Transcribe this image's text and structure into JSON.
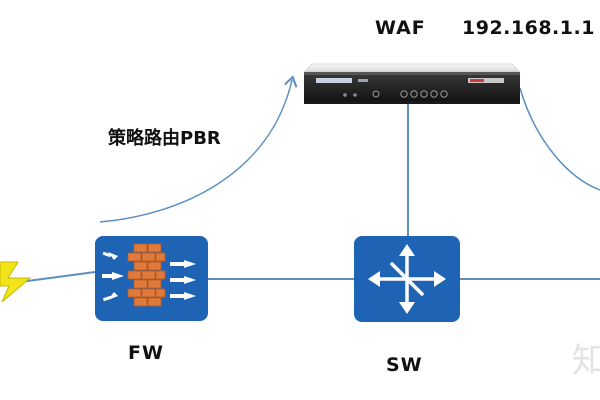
{
  "diagram": {
    "nodes": {
      "waf": {
        "label": "WAF",
        "ip": "192.168.1.1"
      },
      "fw": {
        "label": "FW"
      },
      "sw": {
        "label": "SW"
      }
    },
    "edges": [
      {
        "from": "fw",
        "to": "waf",
        "label": "策略路由PBR",
        "style": "curved-arrow"
      }
    ]
  },
  "colors": {
    "node_blue": "#1f64b4",
    "link": "#5a8fc0",
    "firewall_brick": "#e07a3c",
    "lightning": "#f2e41a"
  },
  "icons": {
    "fw": "firewall-icon",
    "sw": "switch-icon",
    "waf": "waf-appliance-icon",
    "attack": "lightning-icon"
  }
}
